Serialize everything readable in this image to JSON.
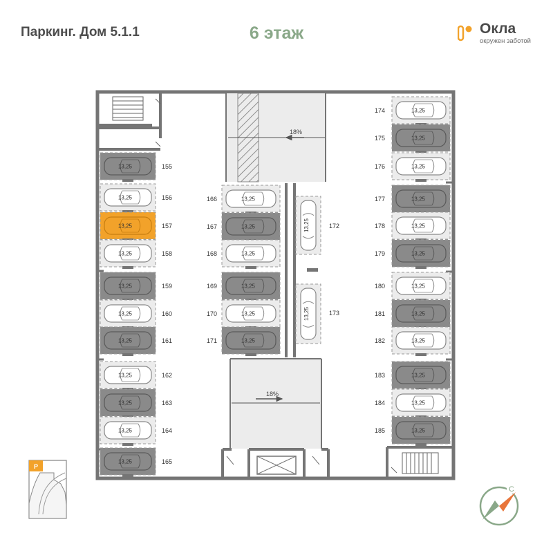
{
  "header": {
    "title": "Паркинг. Дом 5.1.1",
    "floor": "6 этаж"
  },
  "brand": {
    "name": "Окла",
    "tagline": "окружен заботой"
  },
  "ramps": {
    "top_label": "18%",
    "bottom_label": "18%"
  },
  "mini_plan": {
    "marker_label": "P"
  },
  "compass": {
    "north_label": "С"
  },
  "colors": {
    "wall": "#757575",
    "spot_occupied": "#8a8a8a",
    "spot_free": "#ececec",
    "spot_selected": "#f2a22a",
    "floor_title": "#8aa889",
    "logo_orange": "#f2a22a",
    "compass_ring": "#8aa889",
    "compass_needle": "#e8753a"
  },
  "spots": [
    {
      "number": "155",
      "area": "13,25",
      "status": "occupied"
    },
    {
      "number": "156",
      "area": "13,25",
      "status": "free"
    },
    {
      "number": "157",
      "area": "13,25",
      "status": "selected"
    },
    {
      "number": "158",
      "area": "13,25",
      "status": "free"
    },
    {
      "number": "159",
      "area": "13,25",
      "status": "occupied"
    },
    {
      "number": "160",
      "area": "13,25",
      "status": "free"
    },
    {
      "number": "161",
      "area": "13,25",
      "status": "occupied"
    },
    {
      "number": "162",
      "area": "13,25",
      "status": "free"
    },
    {
      "number": "163",
      "area": "13,25",
      "status": "occupied"
    },
    {
      "number": "164",
      "area": "13,25",
      "status": "free"
    },
    {
      "number": "165",
      "area": "13,25",
      "status": "occupied"
    },
    {
      "number": "166",
      "area": "13,25",
      "status": "free"
    },
    {
      "number": "167",
      "area": "13,25",
      "status": "occupied"
    },
    {
      "number": "168",
      "area": "13,25",
      "status": "free"
    },
    {
      "number": "169",
      "area": "13,25",
      "status": "occupied"
    },
    {
      "number": "170",
      "area": "13,25",
      "status": "free"
    },
    {
      "number": "171",
      "area": "13,25",
      "status": "occupied"
    },
    {
      "number": "172",
      "area": "13,25",
      "status": "free"
    },
    {
      "number": "173",
      "area": "13,25",
      "status": "free"
    },
    {
      "number": "174",
      "area": "13,25",
      "status": "free"
    },
    {
      "number": "175",
      "area": "13,25",
      "status": "occupied"
    },
    {
      "number": "176",
      "area": "13,25",
      "status": "free"
    },
    {
      "number": "177",
      "area": "13,25",
      "status": "occupied"
    },
    {
      "number": "178",
      "area": "13,25",
      "status": "free"
    },
    {
      "number": "179",
      "area": "13,25",
      "status": "occupied"
    },
    {
      "number": "180",
      "area": "13,25",
      "status": "free"
    },
    {
      "number": "181",
      "area": "13,25",
      "status": "occupied"
    },
    {
      "number": "182",
      "area": "13,25",
      "status": "free"
    },
    {
      "number": "183",
      "area": "13,25",
      "status": "occupied"
    },
    {
      "number": "184",
      "area": "13,25",
      "status": "free"
    },
    {
      "number": "185",
      "area": "13,25",
      "status": "occupied"
    }
  ]
}
